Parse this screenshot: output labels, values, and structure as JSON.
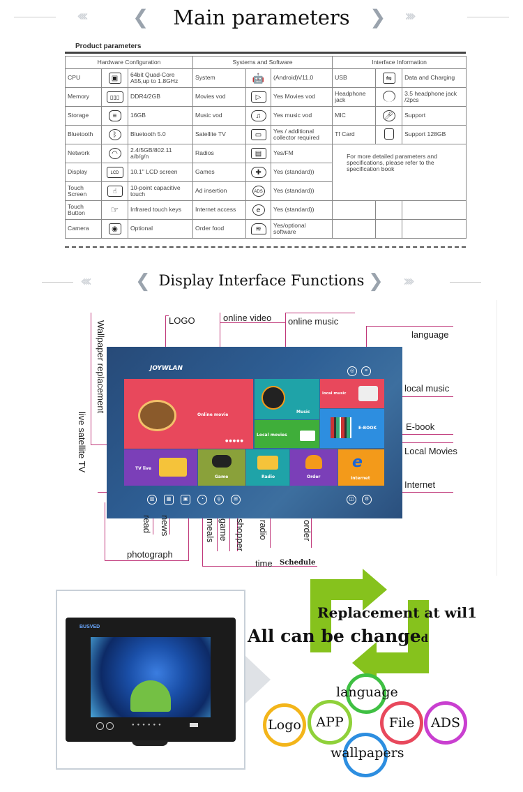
{
  "section1": {
    "title": "Main parameters",
    "subtitle": "Product parameters",
    "headers": [
      "Hardware Configuration",
      "Systems and Software",
      "Interface Information"
    ],
    "rows": [
      {
        "hw_label": "CPU",
        "hw_icon": "cpu-icon",
        "hw_value": "64bit Quad-Core A55,up to 1.8GHz",
        "sw_label": "System",
        "sw_icon": "android-icon",
        "sw_value": "(Android)V11.0",
        "if_label": "USB",
        "if_icon": "usb-icon",
        "if_value": "Data and Charging"
      },
      {
        "hw_label": "Memory",
        "hw_icon": "memory-icon",
        "hw_value": "DDR4/2GB",
        "sw_label": "Movies vod",
        "sw_icon": "video-play-icon",
        "sw_value": "Yes Movies vod",
        "if_label": "Headphone jack",
        "if_icon": "headphone-icon",
        "if_value": "3.5 headphone jack /2pcs"
      },
      {
        "hw_label": "Storage",
        "hw_icon": "storage-icon",
        "hw_value": "16GB",
        "sw_label": "Music vod",
        "sw_icon": "cloud-music-icon",
        "sw_value": "Yes music vod",
        "if_label": "MIC",
        "if_icon": "mic-icon",
        "if_value": "Support"
      },
      {
        "hw_label": "Bluetooth",
        "hw_icon": "bluetooth-icon",
        "hw_value": "Bluetooth 5.0",
        "sw_label": "Satellite TV",
        "sw_icon": "tv-icon",
        "sw_value": "Yes / additional collector required",
        "if_label": "Tf Card",
        "if_icon": "sd-card-icon",
        "if_value": "Support 128GB"
      },
      {
        "hw_label": "Network",
        "hw_icon": "wifi-icon",
        "hw_value": "2.4/5GB/802.11 a/b/g/n",
        "sw_label": "Radios",
        "sw_icon": "radio-icon",
        "sw_value": "Yes/FM"
      },
      {
        "hw_label": "Display",
        "hw_icon": "lcd-icon",
        "hw_value": "10.1\" LCD screen",
        "sw_label": "Games",
        "sw_icon": "gamepad-icon",
        "sw_value": "Yes (standard))"
      },
      {
        "hw_label": "Touch Screen",
        "hw_icon": "touch-screen-icon",
        "hw_value": "10-point capacitive touch",
        "sw_label": "Ad insertion",
        "sw_icon": "ads-icon",
        "sw_value": "Yes (standard))"
      },
      {
        "hw_label": "Touch Button",
        "hw_icon": "touch-button-icon",
        "hw_value": "Infrared touch keys",
        "sw_label": "Internet access",
        "sw_icon": "internet-icon",
        "sw_value": "Yes (standard))"
      },
      {
        "hw_label": "Camera",
        "hw_icon": "camera-icon",
        "hw_value": "Optional",
        "sw_label": "Order food",
        "sw_icon": "food-icon",
        "sw_value": "Yes/optional software"
      }
    ],
    "note": "For more detailed parameters and specifications, please refer to the specification book"
  },
  "section2": {
    "title": "Display Interface Functions",
    "screen": {
      "brand": "JOYWLAN",
      "tiles": {
        "online_movie": "Online movie",
        "music": "Music",
        "local_music": "local music",
        "local_movies": "Local movies",
        "ebook": "E-BOOK",
        "tv_live": "TV live",
        "game": "Game",
        "radio": "Radio",
        "order": "Order",
        "internet": "Internet"
      }
    },
    "callouts": {
      "logo": "LOGO",
      "online_video": "online video",
      "online_music": "online music",
      "language": "language",
      "local_music": "local music",
      "ebook": "E-book",
      "local_movies": "Local Movies",
      "internet": "Internet",
      "wallpaper": "Wallpaper replacement",
      "live_tv": "live satellite TV",
      "read": "read",
      "news": "news",
      "photograph": "photograph",
      "meals": "meals",
      "game": "game",
      "shopper": "shopper",
      "radio": "radio",
      "order": "order",
      "time": "time",
      "schedule": "Schedule"
    }
  },
  "section3": {
    "device_brand": "BUSVED",
    "replacement": "Replacement at wil1",
    "all_changed_main": "All can be change",
    "all_changed_sub": "d",
    "circles": {
      "language": "language",
      "logo": "Logo",
      "app": "APP",
      "file": "File",
      "ads": "ADS",
      "wallpapers": "wallpapers"
    }
  },
  "colors": {
    "accent_line": "#c0387a",
    "tile_red": "#e8485c",
    "tile_teal": "#1fa3a8",
    "tile_green": "#3fae3a",
    "tile_blue": "#2d8ee0",
    "tile_purple": "#7b3fb8",
    "tile_orange": "#f39a1a",
    "arrow_green": "#86c21d"
  }
}
